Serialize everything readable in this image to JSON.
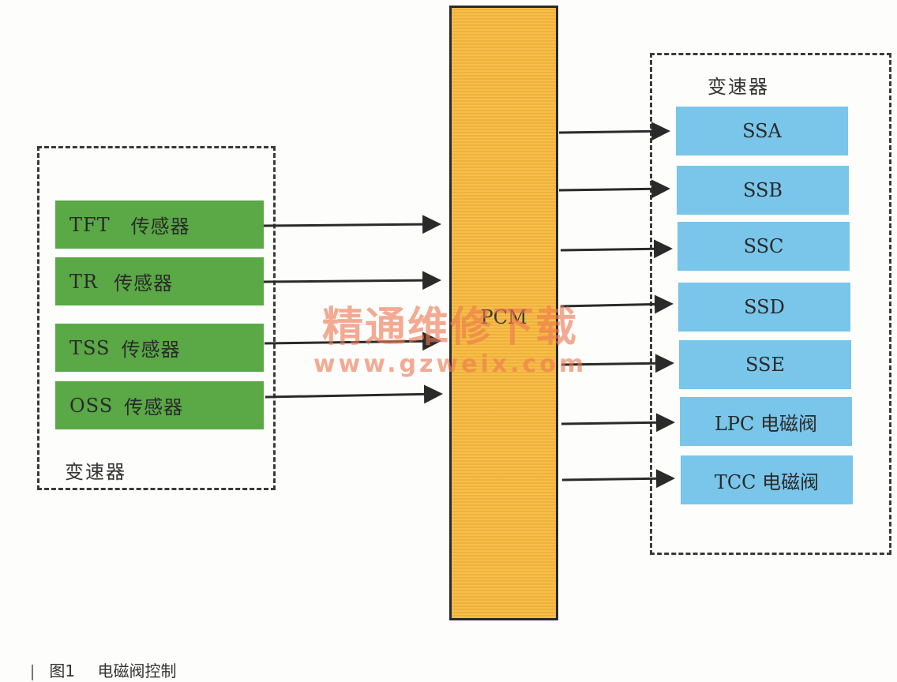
{
  "left_group": {
    "label": "变速器",
    "sensors": [
      {
        "code": "TFT",
        "suffix": "传感器"
      },
      {
        "code": "TR",
        "suffix": "传感器"
      },
      {
        "code": "TSS",
        "suffix": "传感器"
      },
      {
        "code": "OSS",
        "suffix": "传感器"
      }
    ]
  },
  "pcm": {
    "label": "PCM"
  },
  "right_group": {
    "label": "变速器",
    "outputs": [
      "SSA",
      "SSB",
      "SSC",
      "SSD",
      "SSE",
      "LPC 电磁阀",
      "TCC 电磁阀"
    ]
  },
  "watermark": {
    "title": "精通维修下载",
    "url": "www.gzweix.com"
  },
  "caption": {
    "number": "图1",
    "text": "电磁阀控制"
  },
  "colors": {
    "sensor_box": "#5aa846",
    "output_box": "#79c6ea",
    "pcm_box": "#f6b83c",
    "arrow": "#2a2a2a",
    "watermark": "#ee7850"
  }
}
